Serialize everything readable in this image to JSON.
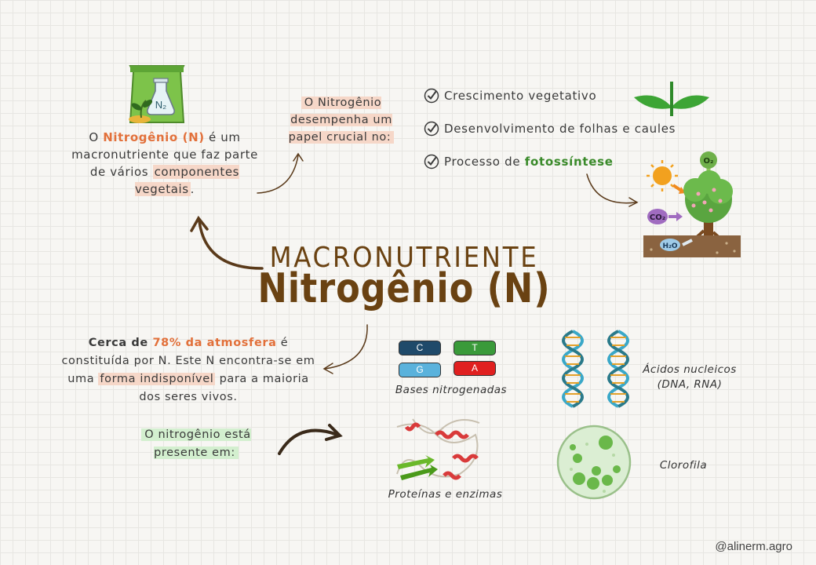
{
  "intro": {
    "pre": "O ",
    "highlight_n": "Nitrogênio (N)",
    "mid": " é um macronutriente que faz parte de vários ",
    "highlight_parts": "componentes vegetais",
    "end": "."
  },
  "role_box": "O Nitrogênio desempenha um papel crucial no:",
  "roles": [
    {
      "pre": "Crescimento vegetativo",
      "highlight": ""
    },
    {
      "pre": "Desenvolvimento de folhas e caules",
      "highlight": ""
    },
    {
      "pre": "Processo de ",
      "highlight": "fotossíntese"
    }
  ],
  "photo_labels": {
    "o2": "O₂",
    "co2": "CO₂",
    "h2o": "H₂O"
  },
  "bag_label": "N₂",
  "subtitle": "MACRONUTRIENTE",
  "title": "Nitrogênio (N)",
  "atmosphere": {
    "bold1": "Cerca de ",
    "pct": "78% da atmosfera",
    "rest1": " é constituída por N. Este N encontra-se em uma ",
    "highlight": "forma indisponível",
    "rest2": "  para a maioria dos seres vivos."
  },
  "present": "O nitrogênio está presente em:",
  "bases": {
    "c": "C",
    "t": "T",
    "g": "G",
    "a": "A"
  },
  "captions": {
    "bases": "Bases nitrogenadas",
    "nucleic": "Ácidos nucleicos (DNA, RNA)",
    "proteins": "Proteínas e enzimas",
    "chlorophyll": "Clorofila"
  },
  "handle": "@alinerm.agro",
  "colors": {
    "brown": "#6a4212",
    "orange": "#e2703a",
    "green": "#3a8a2a",
    "peach": "#f6d7c8",
    "mint": "#d3efcf"
  }
}
